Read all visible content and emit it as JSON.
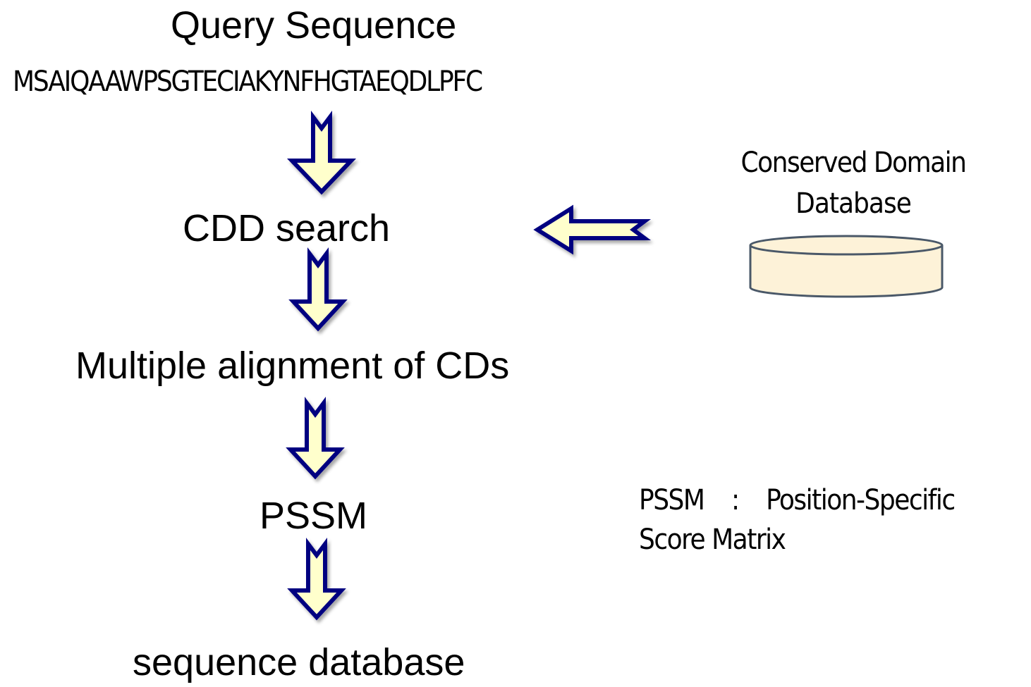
{
  "diagram": {
    "title": "Query Sequence",
    "sequence": "MSAIQAAWPSGTECIAKYNFHGTAEQDLPFC",
    "steps": [
      "CDD search",
      "Multiple alignment of CDs",
      "PSSM",
      "sequence database"
    ],
    "database_label_line1": "Conserved Domain",
    "database_label_line2": "Database",
    "note_line1": "PSSM　:　Position-Specific",
    "note_line2": "Score Matrix"
  },
  "colors": {
    "arrow_fill": "#ffffcc",
    "arrow_stroke": "#000080",
    "db_fill": "#fdf2d8",
    "db_stroke": "#4a5868"
  }
}
